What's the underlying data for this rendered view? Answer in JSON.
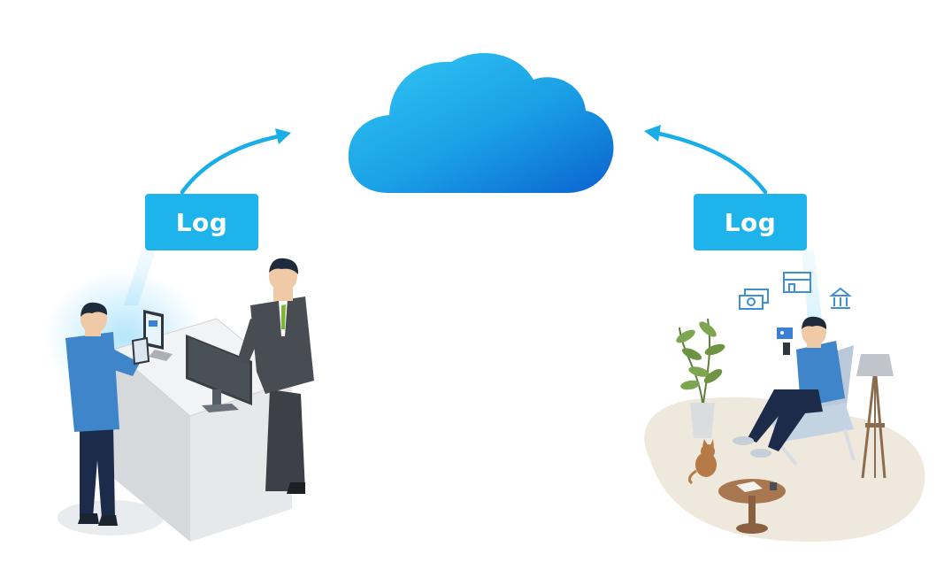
{
  "colors": {
    "cloud_light": "#2cc4f2",
    "cloud_dark": "#0e6fd6",
    "arrow": "#1aaee8",
    "log_box": "#1fb3eb",
    "log_text": "#ffffff",
    "glow": "#9fdcf7"
  },
  "diagram": {
    "center": {
      "icon": "cloud-icon"
    },
    "left_node": {
      "label": "Log",
      "scene": "in-store-counter",
      "icons": [
        "person-with-tablet-icon",
        "clerk-icon",
        "monitor-icon",
        "tablet-icon"
      ]
    },
    "right_node": {
      "label": "Log",
      "scene": "home-living-room",
      "icons": [
        "person-with-smartphone-icon",
        "money-icon",
        "store-icon",
        "bank-icon",
        "plant-icon",
        "lamp-icon",
        "cat-icon",
        "table-icon"
      ]
    },
    "arrows": [
      {
        "from": "left_node",
        "to": "center"
      },
      {
        "from": "right_node",
        "to": "center"
      }
    ]
  }
}
